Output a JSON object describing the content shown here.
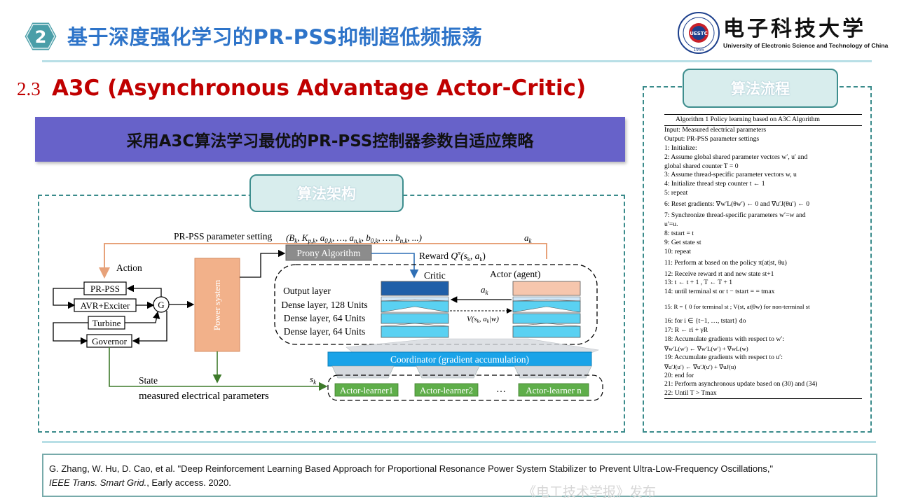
{
  "header": {
    "badge_number": "2",
    "title": "基于深度强化学习的PR-PSS抑制超低频振荡",
    "university_cn": "电子科技大学",
    "university_en": "University of Electronic Science and Technology of China",
    "logo_text": "UESTC",
    "logo_year": "1956"
  },
  "section": {
    "number": "2.3",
    "title": "A3C (Asynchronous Advantage Actor-Critic)"
  },
  "banner": {
    "text": "采用A3C算法学习最优的PR-PSS控制器参数自适应策略"
  },
  "architecture": {
    "tab_label": "算法架构",
    "param_setting": "PR-PSS parameter setting",
    "param_tuple": "(B",
    "ak_top": "a",
    "prony": "Prony Algorithm",
    "reward": "Reward",
    "reward_q": "Q",
    "action": "Action",
    "critic": "Critic",
    "actor": "Actor (agent)",
    "blocks": [
      "PR-PSS",
      "AVR+Exciter",
      "Turbine",
      "Governor"
    ],
    "generator": "G",
    "power_system": "Power system",
    "layers": [
      "Output layer",
      "Dense layer, 128 Units",
      "Dense layer, 64 Units",
      "Dense layer, 64 Units"
    ],
    "ak_mid": "a",
    "value_fn": "V",
    "coordinator": "Coordinator (gradient accumulation)",
    "learners": [
      "Actor-learner1",
      "Actor-learner2",
      "Actor-learner n"
    ],
    "ellipsis": "…",
    "state": "State",
    "sk": "s",
    "measured": "measured electrical parameters"
  },
  "algorithm": {
    "tab_label": "算法流程",
    "title": "Algorithm 1 Policy learning based on A3C Algorithm",
    "lines": [
      "Input: Measured electrical parameters",
      "Output: PR-PSS parameter settings",
      "1:   Initialize:",
      "2:       Assume global shared parameter vectors w′, u′ and",
      "          global shared counter T = 0",
      "3:    Assume thread-specific parameter vectors w, u",
      "4:    Initialize thread step counter t ← 1",
      "5:   repeat",
      "6:     Reset gradients: ∇w′L(θw′) ← 0 and ∇u′J(θu′) ← 0",
      "7:     Synchronize thread-specific parameters w′=w and",
      "          u′=u.",
      "8:     tstart = t",
      "9:     Get state st",
      "10:    repeat",
      "11:      Perform at based on the policy π(at|st, θu)",
      "12:      Receive reward rt and new state st+1",
      "13:      t ← t + 1 , T ← T + 1",
      "14:  until terminal st or t − tstart = = tmax",
      "15:  R = { 0  for terminal st ;  V(st, at|θw) for non-terminal st",
      "16:  for i ∈ {t−1, …, tstart} do",
      "17:      R ← ri + γR",
      "18:      Accumulate gradients with respect to w′:",
      "             ∇w′L(w′) ← ∇w′L(w′) + ∇wL(w)",
      "19:      Accumulate gradients with respect to u′:",
      "             ∇u′J(u′) ← ∇u′J(u′) + ∇uJ(u)",
      "20:    end for",
      "21:    Perform asynchronous update based on (30) and (34)",
      "22:  Until T > Tmax"
    ]
  },
  "reference": {
    "authors": "G. Zhang, W. Hu, D. Cao, et al. \"Deep Reinforcement Learning Based Approach for Proportional Resonance Power System Stabilizer to Prevent Ultra-Low-Frequency Oscillations,\"",
    "journal": "IEEE Trans. Smart Grid.",
    "tail": ", Early access. 2020."
  },
  "watermark": "《电工技术学报》发布",
  "colors": {
    "title_blue": "#2e74c9",
    "section_red": "#c00000",
    "banner_purple": "#6762c9",
    "frame_teal": "#3a8b8b",
    "power_system_orange": "#f2b18a",
    "coordinator_blue": "#1aa3e8",
    "learner_green": "#5fae4a"
  }
}
